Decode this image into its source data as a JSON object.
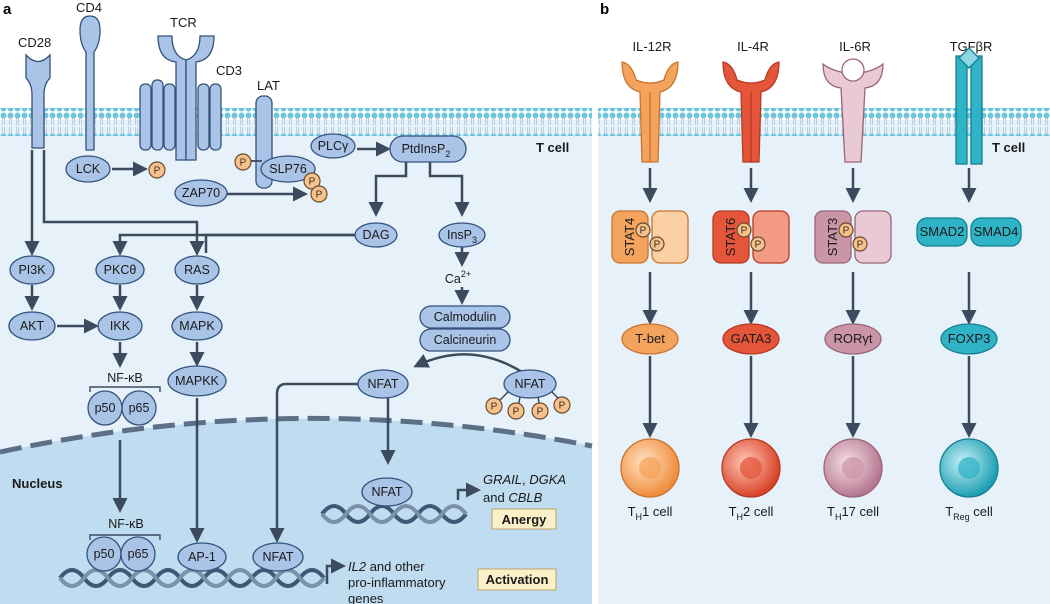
{
  "panel_a": {
    "label": "a",
    "receptors": {
      "cd28": "CD28",
      "cd4": "CD4",
      "tcr": "TCR",
      "cd3": "CD3",
      "lat": "LAT"
    },
    "cell_label": "T cell",
    "nucleus_label": "Nucleus",
    "phospho": "P",
    "nodes": {
      "lck": "LCK",
      "zap70": "ZAP70",
      "slp76": "SLP76",
      "plcg": "PLCγ",
      "ptdinsp2_base": "PtdInsP",
      "ptdinsp2_sub": "2",
      "dag": "DAG",
      "insp3_base": "InsP",
      "insp3_sub": "3",
      "ca_base": "Ca",
      "ca_sup": "2+",
      "pi3k": "PI3K",
      "pkc": "PKCθ",
      "ras": "RAS",
      "akt": "AKT",
      "ikk": "IKK",
      "mapk": "MAPK",
      "mapkk": "MAPKK",
      "calmodulin": "Calmodulin",
      "calcineurin": "Calcineurin",
      "nfat": "NFAT",
      "nfkb": "NF-κB",
      "p50": "p50",
      "p65": "p65",
      "ap1": "AP-1"
    },
    "anergy_genes": {
      "g1": "GRAIL",
      "sep": ", ",
      "g2": "DGKA",
      "and": "and ",
      "g3": "CBLB"
    },
    "activation_genes": {
      "g1": "IL2",
      "rest1": " and other",
      "line2": "pro-inflammatory",
      "line3": "genes"
    },
    "anergy_badge": "Anergy",
    "activation_badge": "Activation"
  },
  "panel_b": {
    "label": "b",
    "cell_label": "T cell",
    "phospho": "P",
    "receptors": [
      "IL-12R",
      "IL-4R",
      "IL-6R",
      "TGFβR"
    ],
    "stats": [
      "STAT4",
      "STAT6",
      "STAT3"
    ],
    "smads": [
      "SMAD2",
      "SMAD4"
    ],
    "tfs": [
      "T-bet",
      "GATA3",
      "RORγt",
      "FOXP3"
    ],
    "cells": [
      {
        "pre": "T",
        "sub": "H",
        "post": "1 cell"
      },
      {
        "pre": "T",
        "sub": "H",
        "post": "2 cell"
      },
      {
        "pre": "T",
        "sub": "H",
        "post": "17 cell"
      },
      {
        "pre": "T",
        "sub": "Reg",
        "post": " cell"
      }
    ],
    "colors": {
      "th1": "#f4a35c",
      "th2": "#e4553a",
      "th17": "#c995a7",
      "treg": "#2fb3c6"
    }
  },
  "colors": {
    "node_fill": "#a9c4e6",
    "node_stroke": "#34527c",
    "cytoplasm": "#e6f1fa",
    "nucleus": "#bfdcf0",
    "phospho_fill": "#f6c28c",
    "badge_fill": "#fbf0c8"
  }
}
